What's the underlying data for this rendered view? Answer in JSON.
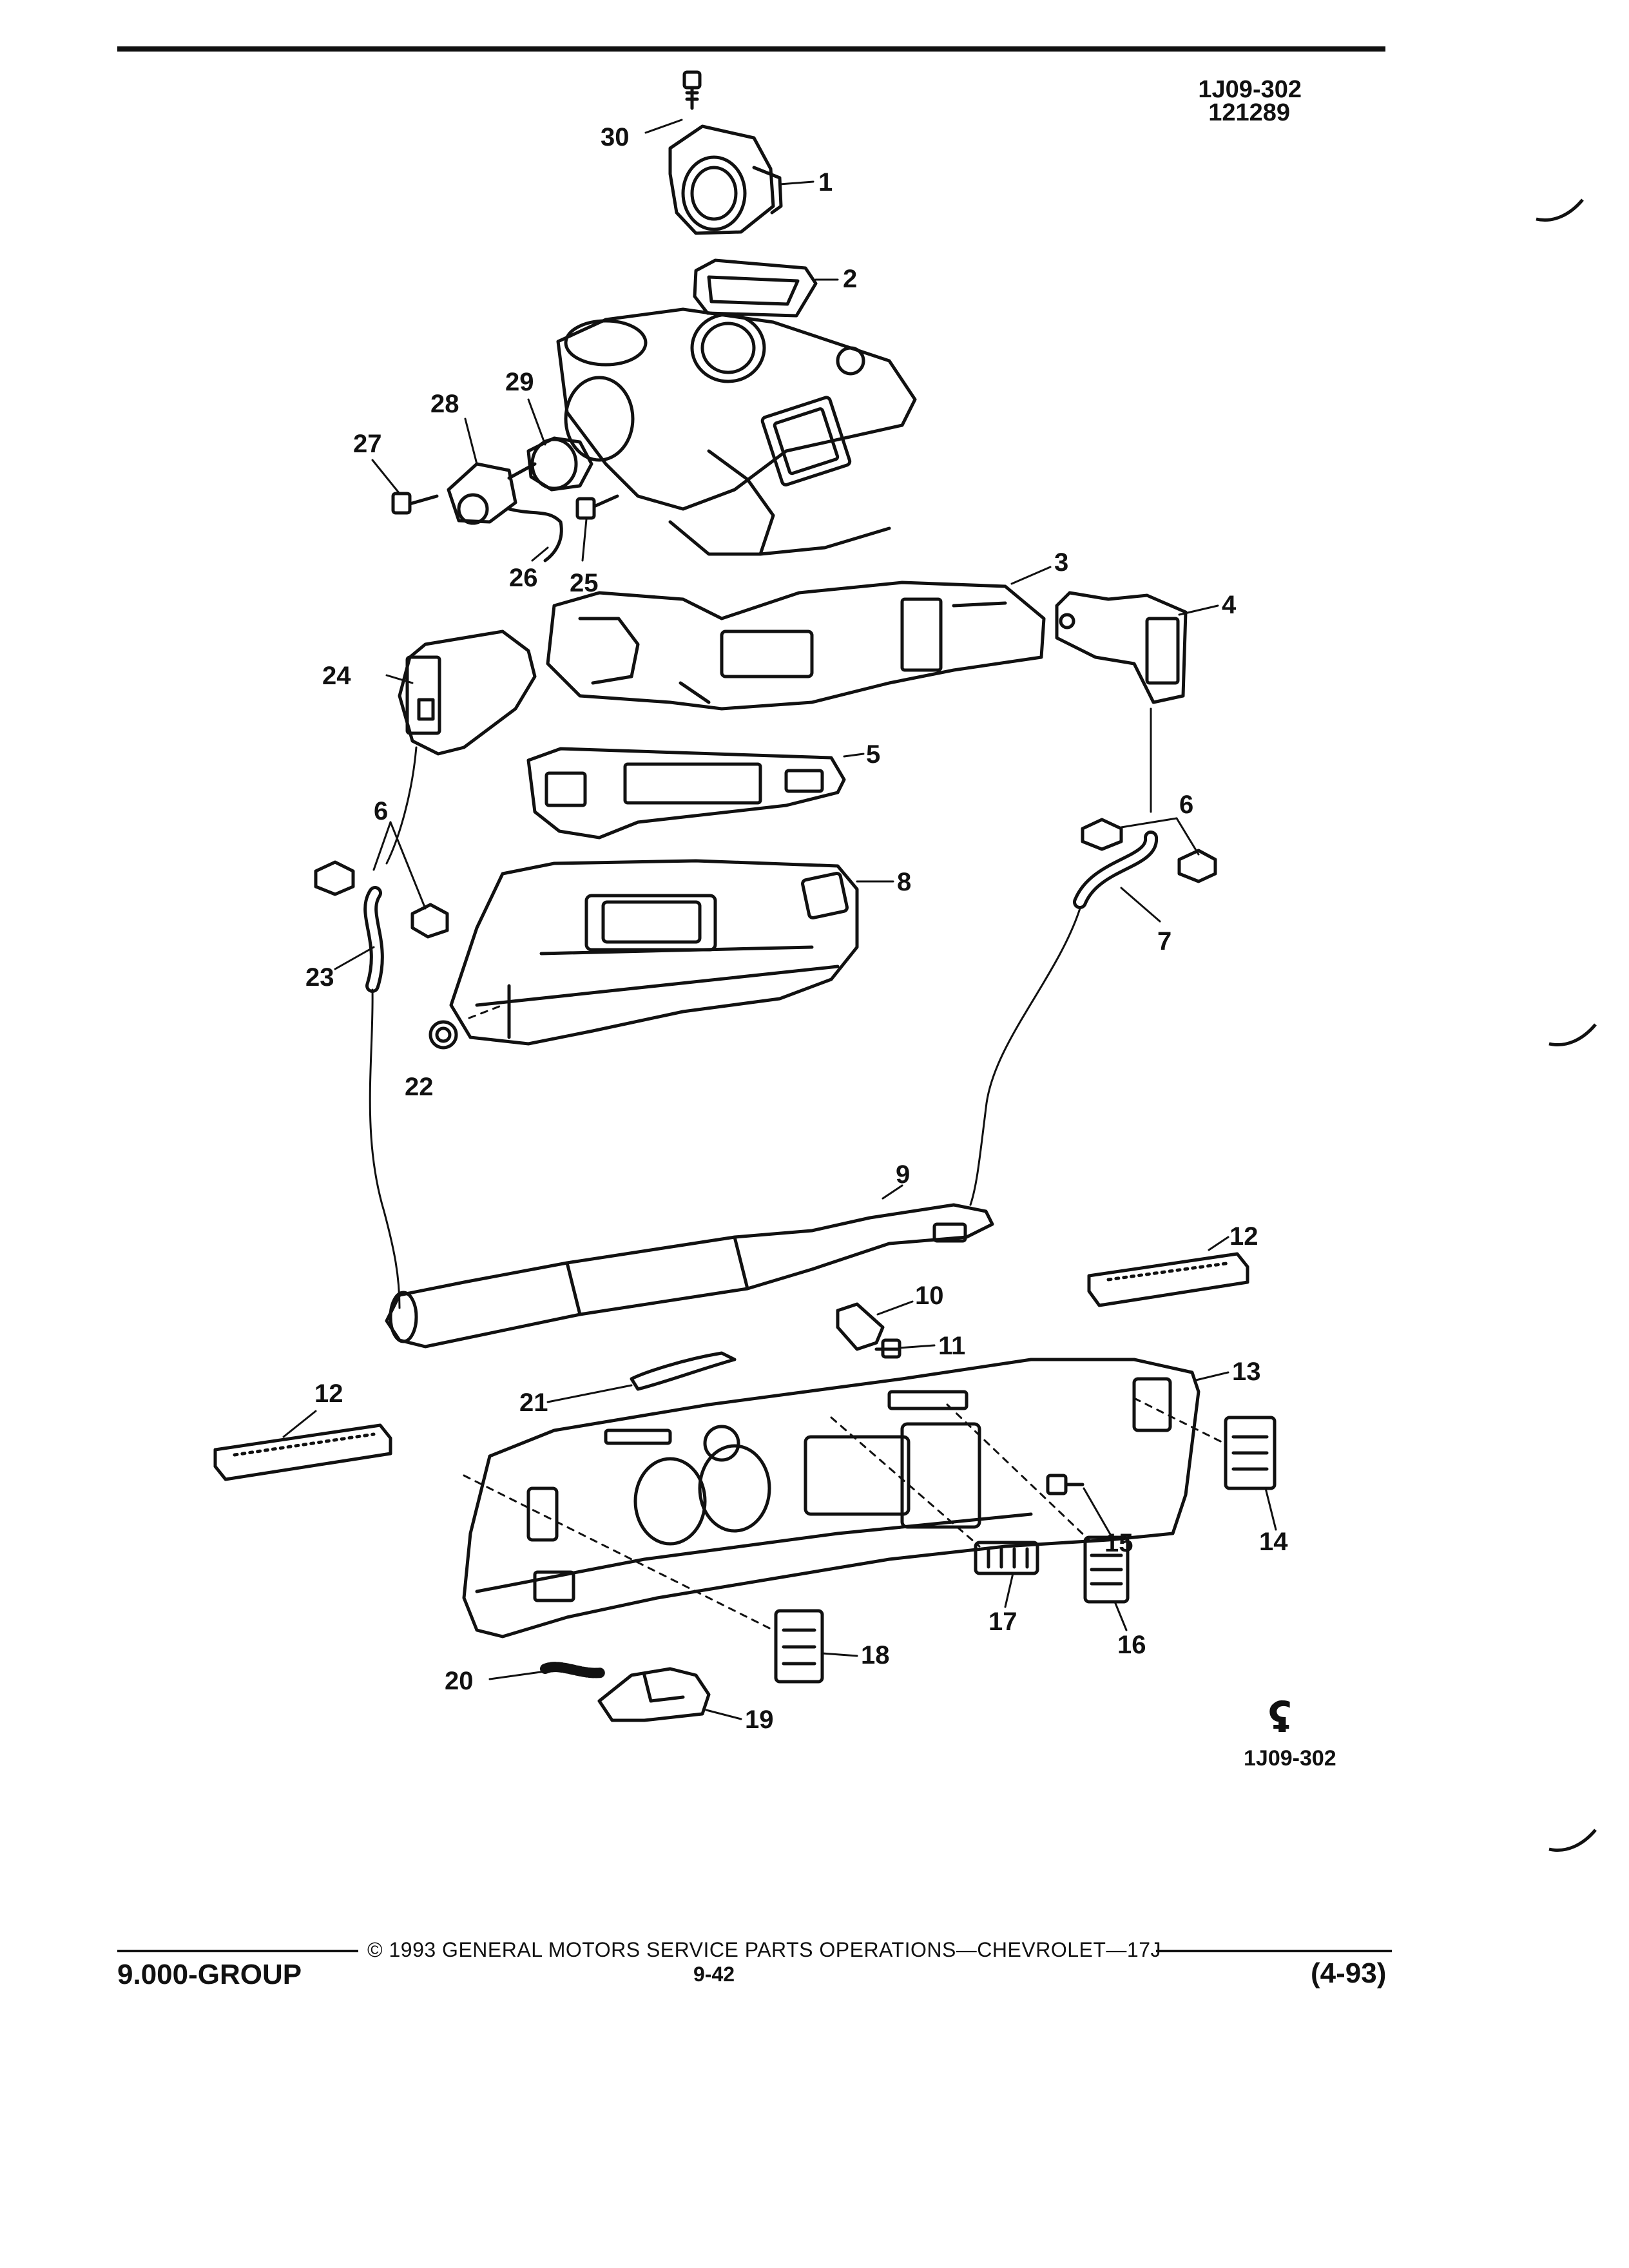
{
  "header": {
    "diagram_code": "1J09-302",
    "date_code": "121289"
  },
  "callouts": {
    "c1": "1",
    "c2": "2",
    "c3": "3",
    "c4": "4",
    "c5": "5",
    "c6a": "6",
    "c6b": "6",
    "c7": "7",
    "c8": "8",
    "c9": "9",
    "c10": "10",
    "c11": "11",
    "c12a": "12",
    "c12b": "12",
    "c13": "13",
    "c14": "14",
    "c15": "15",
    "c16": "16",
    "c17": "17",
    "c18": "18",
    "c19": "19",
    "c20": "20",
    "c21": "21",
    "c22": "22",
    "c23": "23",
    "c24": "24",
    "c25": "25",
    "c26": "26",
    "c27": "27",
    "c28": "28",
    "c29": "29",
    "c30": "30"
  },
  "logo": {
    "glyph": "ʢ",
    "code": "1J09-302"
  },
  "footer": {
    "copyright": "© 1993 GENERAL MOTORS SERVICE PARTS OPERATIONS—CHEVROLET—17J",
    "group": "9.000-GROUP",
    "page": "9-42",
    "date": "(4-93)"
  }
}
